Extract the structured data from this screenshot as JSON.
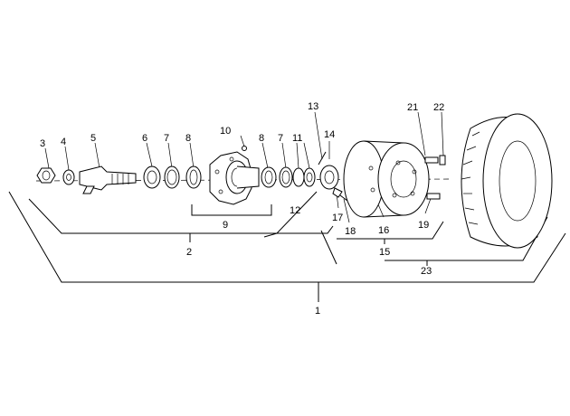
{
  "callouts": {
    "c1": "1",
    "c2": "2",
    "c3": "3",
    "c4": "4",
    "c5": "5",
    "c6": "6",
    "c7a": "7",
    "c7b": "7",
    "c8a": "8",
    "c8b": "8",
    "c9": "9",
    "c10": "10",
    "c11": "11",
    "c12": "12",
    "c13": "13",
    "c14": "14",
    "c15": "15",
    "c16": "16",
    "c17": "17",
    "c18": "18",
    "c19": "19",
    "c21": "21",
    "c22": "22",
    "c23": "23"
  }
}
